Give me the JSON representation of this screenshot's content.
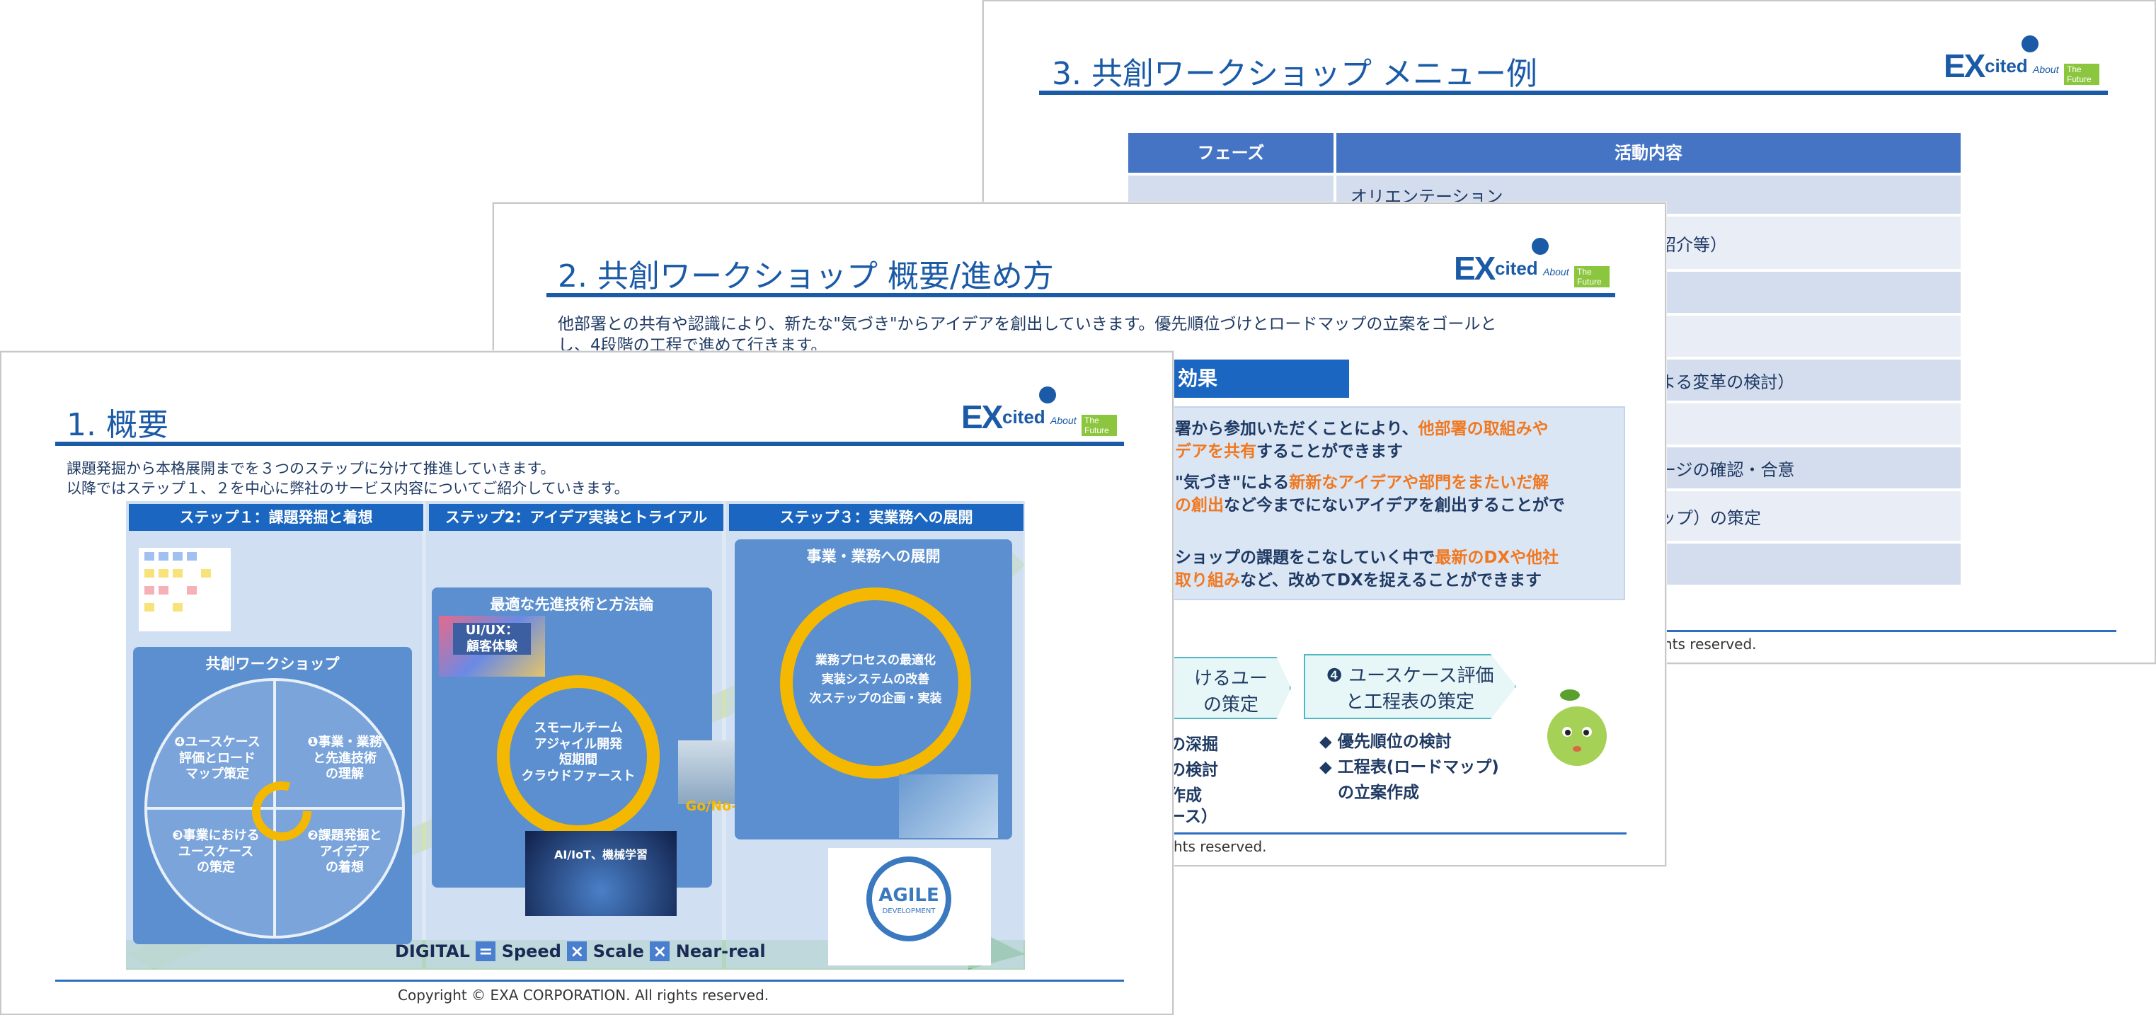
{
  "logo": {
    "ex": "EX",
    "cited": "cited",
    "about": "About",
    "future": "The Future"
  },
  "copyright": "Copyright © EXA CORPORATION. All rights reserved.",
  "slide3": {
    "title": "3.  共創ワークショップ  メニュー例",
    "table": {
      "headers": [
        "フェーズ",
        "活動内容"
      ],
      "rows": [
        [
          "",
          "オリエンテーション"
        ],
        [
          "",
          "会（事例紹介等）"
        ],
        [
          "",
          ""
        ],
        [
          "",
          ""
        ],
        [
          "",
          "ル活用による変革の検討）"
        ],
        [
          "",
          ""
        ],
        [
          "",
          "変革イメージの確認・合意"
        ],
        [
          "",
          "ロードマップ）の策定"
        ],
        [
          "",
          ""
        ]
      ]
    },
    "footer_fragment": "hts reserved."
  },
  "slide2": {
    "title": "2.  共創ワークショップ  概要/進め方",
    "intro_line1": "他部署との共有や認識により、新たな\"気づき\"からアイデアを創出していきます。優先順位づけとロードマップの立案をゴールと",
    "intro_line2": "し、4段階の工程で進めて行きます。",
    "effect_tab": "効果",
    "effect_lines": [
      {
        "pre": "署から参加いただくことにより、",
        "hl": "他部署の取組みや",
        "post": ""
      },
      {
        "pre": "",
        "hl": "デアを共有",
        "post": "することができます"
      },
      {
        "pre": "\"気づき\"による",
        "hl": "新新なアイデアや部門をまたいだ解",
        "post": ""
      },
      {
        "pre": "",
        "hl": "の創出",
        "post": "など今までにないアイデアを創出することがで"
      },
      {
        "pre": "",
        "hl": "",
        "post": ""
      },
      {
        "pre": "ショップの課題をこなしていく中で",
        "hl": "最新のDXや他社",
        "post": ""
      },
      {
        "pre": "",
        "hl": "取り組み",
        "post": "など、改めてDXを捉えることができます"
      }
    ],
    "step3_frag1": "けるユー",
    "step3_frag2": "の策定",
    "step4_line1": "❹ ユースケース評価",
    "step4_line2": "と工程表の策定",
    "left_frags": [
      "の深掘",
      "の検討",
      "作成",
      "ース）"
    ],
    "bullets": [
      "◆ 優先順位の検討",
      "◆ 工程表(ロードマップ)",
      "の立案作成"
    ],
    "footer_fragment": "hts reserved."
  },
  "slide1": {
    "title": "1.  概要",
    "intro_line1": "課題発掘から本格展開までを３つのステップに分けて推進していきます。",
    "intro_line2": "以降ではステップ１、２を中心に弊社のサービス内容についてご紹介していきます。",
    "steps": [
      "ステップ１：課題発掘と着想",
      "ステップ2：アイデア実装とトライアル",
      "ステップ３：実業務への展開"
    ],
    "workshop_title": "共創ワークショップ",
    "quadrants": [
      "❹ユースケース\n評価とロード\nマップ策定",
      "❶事業・業務\nと先進技術\nの理解",
      "❸事業における\nユースケース\nの策定",
      "❷課題発掘と\nアイデア\nの着想"
    ],
    "tech_title": "最適な先進技術と方法論",
    "uiux": "UI/UX：\n顧客体験",
    "tech_ring": "スモールチーム\nアジャイル開発\n短期間\nクラウドファースト",
    "ai": "AI/IoT、機械学習",
    "gonogo": "Go/No-go ?",
    "deploy_title": "事業・業務への展開",
    "deploy_ring": "業務プロセスの最適化\n実装システムの改善\n次ステップの企画・実装",
    "agile": "AGILE",
    "agile_sub": "DEVELOPMENT",
    "digital": {
      "a": "DIGITAL",
      "eq": "=",
      "b": "Speed",
      "x1": "×",
      "c": "Scale",
      "x2": "×",
      "d": "Near-real"
    }
  },
  "colors": {
    "brand_blue": "#1a5aa6",
    "accent_orange": "#f07820",
    "ring_yellow": "#f5b800",
    "logo_green": "#8cc63f"
  }
}
